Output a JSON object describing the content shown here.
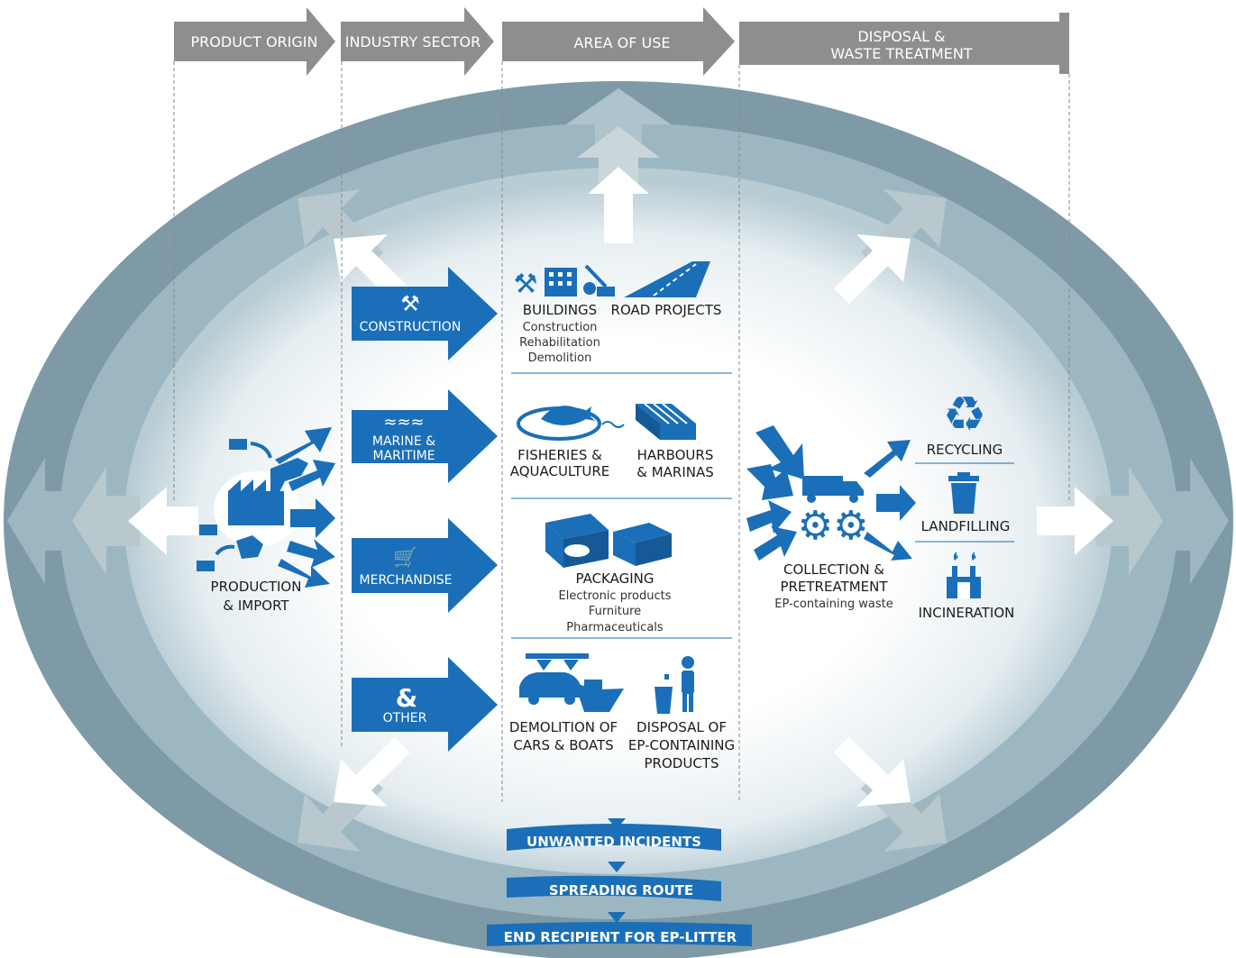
{
  "stages": {
    "product_origin": "PRODUCT ORIGIN",
    "industry_sector": "INDUSTRY SECTOR",
    "area_of_use": "AREA OF USE",
    "disposal_line1": "DISPOSAL &",
    "disposal_line2": "WASTE TREATMENT"
  },
  "production": {
    "line1": "PRODUCTION",
    "line2": "& IMPORT"
  },
  "sectors": {
    "construction": "CONSTRUCTION",
    "marine_line1": "MARINE &",
    "marine_line2": "MARITIME",
    "merchandise": "MERCHANDISE",
    "other": "OTHER"
  },
  "uses": {
    "buildings_title": "BUILDINGS",
    "buildings_sub1": "Construction",
    "buildings_sub2": "Rehabilitation",
    "buildings_sub3": "Demolition",
    "road_projects": "ROAD PROJECTS",
    "fisheries_line1": "FISHERIES &",
    "fisheries_line2": "AQUACULTURE",
    "harbours_line1": "HARBOURS",
    "harbours_line2": "& MARINAS",
    "packaging_title": "PACKAGING",
    "packaging_sub1": "Electronic products",
    "packaging_sub2": "Furniture",
    "packaging_sub3": "Pharmaceuticals",
    "demolition_line1": "DEMOLITION OF",
    "demolition_line2": "CARS & BOATS",
    "disposal_line1": "DISPOSAL OF",
    "disposal_line2": "EP-CONTAINING",
    "disposal_line3": "PRODUCTS"
  },
  "collection": {
    "line1": "COLLECTION &",
    "line2": "PRETREATMENT",
    "sub": "EP-containing waste"
  },
  "treatment": {
    "recycling": "RECYCLING",
    "landfilling": "LANDFILLING",
    "incineration": "INCINERATION"
  },
  "bands": {
    "unwanted": "UNWANTED INCIDENTS",
    "spreading": "SPREADING ROUTE",
    "end_recipient": "END RECIPIENT FOR EP-LITTER"
  },
  "colors": {
    "blue": "#1a6fb8",
    "dark_band": "#1b5f9c",
    "grey_arrow": "#8e8e8e",
    "outer_ring": "#7e9aa6",
    "inner_ring": "#a9c2cc"
  }
}
